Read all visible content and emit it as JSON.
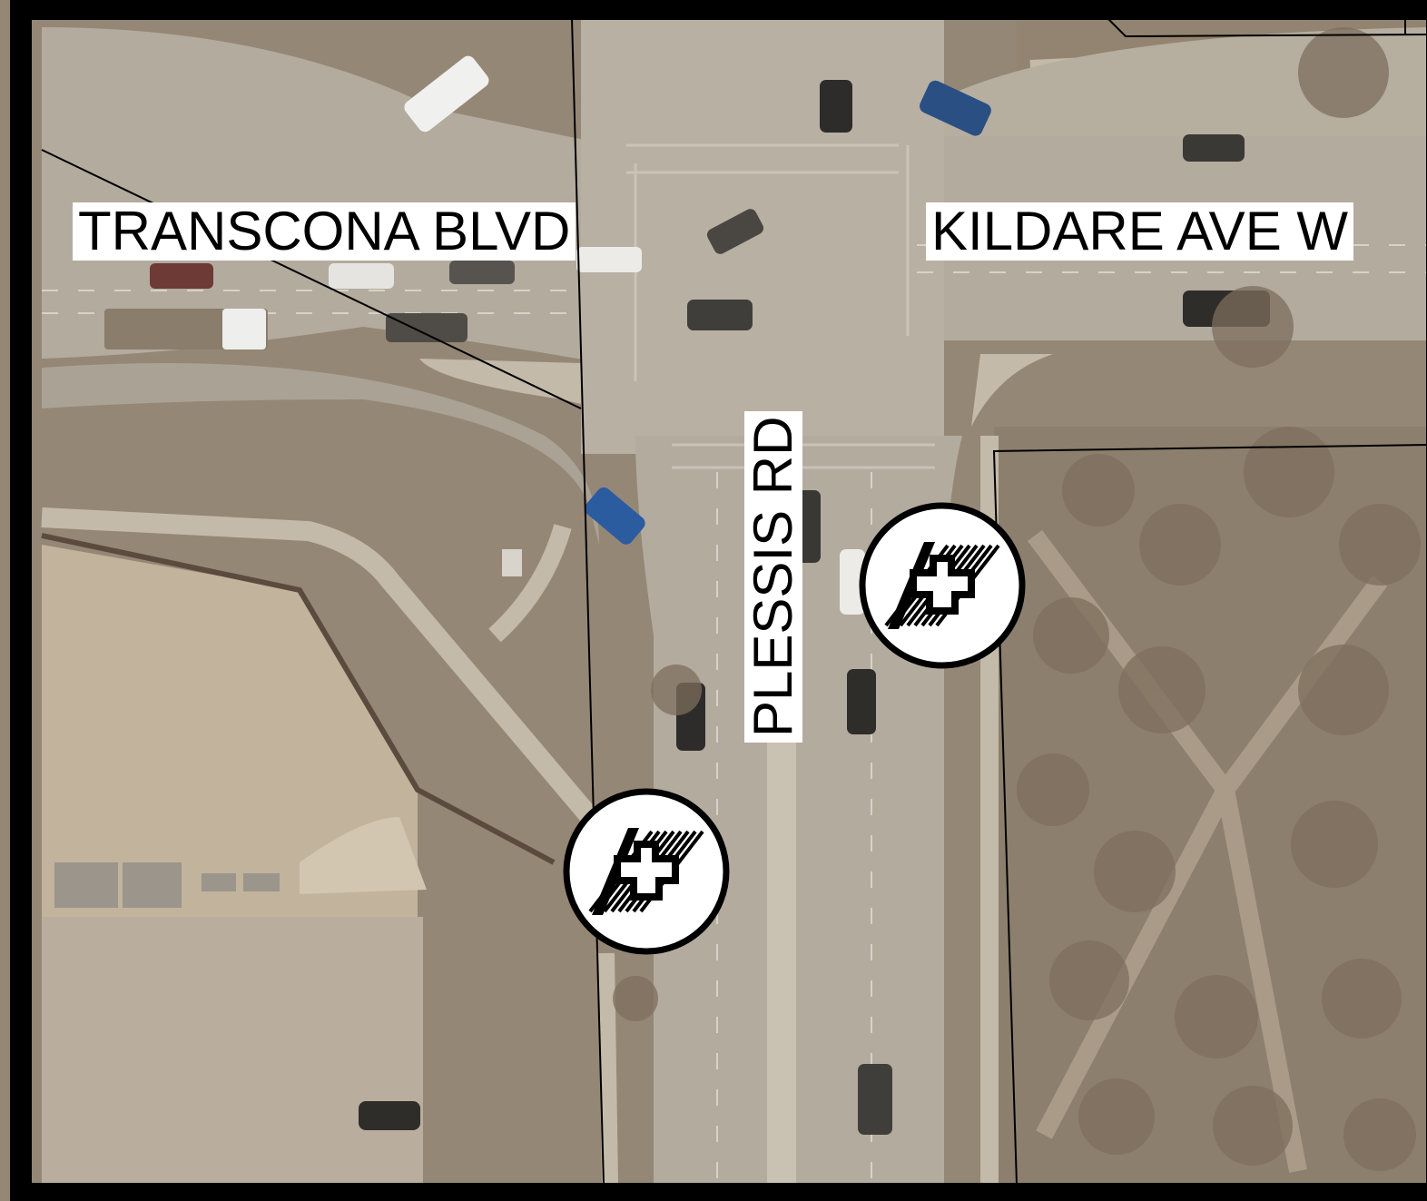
{
  "map": {
    "labels": {
      "transcona": "TRANSCONA BLVD",
      "kildare": "KILDARE AVE W",
      "plessis": "PLESSIS RD"
    },
    "markers": [
      {
        "icon": "transit-stop-icon",
        "description": "Winnipeg Transit bus stop symbol"
      },
      {
        "icon": "transit-stop-icon",
        "description": "Winnipeg Transit bus stop symbol"
      }
    ],
    "colors": {
      "frame": "#000000",
      "road": "#b3ab9e",
      "grass": "#958776",
      "field": "#c2b39c",
      "label_bg": "#ffffff",
      "label_text": "#000000"
    }
  }
}
